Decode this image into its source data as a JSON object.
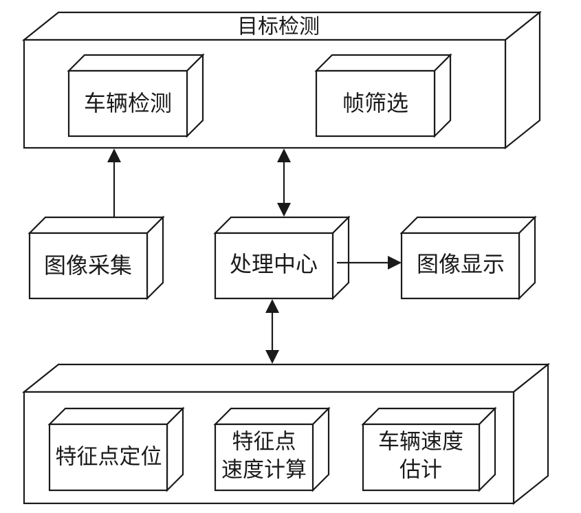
{
  "diagram": {
    "top_group": {
      "title": "目标检测",
      "left_box": "车辆检测",
      "right_box": "帧筛选"
    },
    "middle": {
      "image_acquisition": "图像采集",
      "processing_center": "处理中心",
      "image_display": "图像显示"
    },
    "bottom_group": {
      "box1": "特征点定位",
      "box2_line1": "特征点",
      "box2_line2": "速度计算",
      "box3_line1": "车辆速度",
      "box3_line2": "估计"
    }
  }
}
